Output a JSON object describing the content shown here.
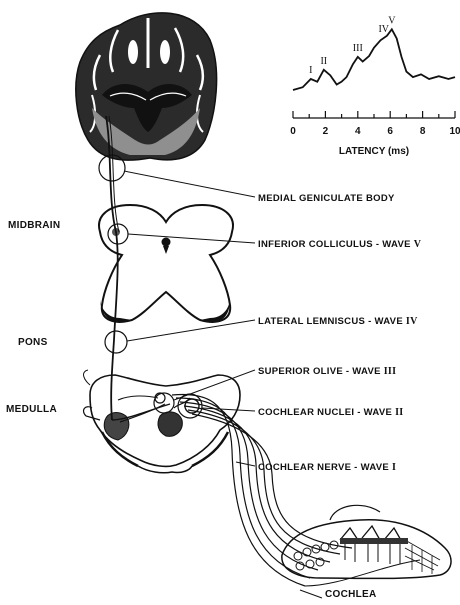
{
  "regions": {
    "midbrain": "MIDBRAIN",
    "pons": "PONS",
    "medulla": "MEDULLA",
    "cochlea": "COCHLEA"
  },
  "structures": [
    {
      "label": "MEDIAL  GENICULATE BODY"
    },
    {
      "label": "INFERIOR COLLICULUS - WAVE",
      "wave": "V"
    },
    {
      "label": "LATERAL LEMNISCUS - WAVE",
      "wave": "IV"
    },
    {
      "label": "SUPERIOR OLIVE - WAVE",
      "wave": "III"
    },
    {
      "label": "COCHLEAR NUCLEI - WAVE",
      "wave": "II"
    },
    {
      "label": "COCHLEAR NERVE - WAVE",
      "wave": "I"
    }
  ],
  "chart_data": {
    "type": "line",
    "title": "",
    "xlabel": "LATENCY (ms)",
    "ylabel": "",
    "xlim": [
      0,
      10
    ],
    "xticks": [
      0,
      2,
      4,
      6,
      8,
      10
    ],
    "grid": false,
    "series": [
      {
        "x": [
          0.0,
          0.6,
          1.1,
          1.5,
          1.9,
          2.3,
          2.7,
          3.0,
          3.3,
          3.7,
          4.0,
          4.3,
          4.7,
          5.0,
          5.4,
          5.8,
          6.1,
          6.4,
          6.7,
          7.0,
          7.4,
          7.9,
          8.4,
          9.0,
          9.6,
          10.0
        ],
        "y": [
          0.0,
          0.3,
          1.2,
          0.9,
          2.2,
          1.6,
          0.6,
          0.9,
          1.4,
          2.8,
          3.6,
          3.1,
          3.7,
          4.6,
          5.4,
          5.9,
          6.6,
          5.6,
          3.6,
          2.0,
          1.4,
          1.7,
          1.2,
          1.5,
          1.2,
          1.4
        ]
      }
    ],
    "peaks": [
      {
        "label": "I",
        "x": 1.1
      },
      {
        "label": "II",
        "x": 1.9
      },
      {
        "label": "III",
        "x": 4.0
      },
      {
        "label": "IV",
        "x": 5.6
      },
      {
        "label": "V",
        "x": 6.1
      }
    ]
  }
}
